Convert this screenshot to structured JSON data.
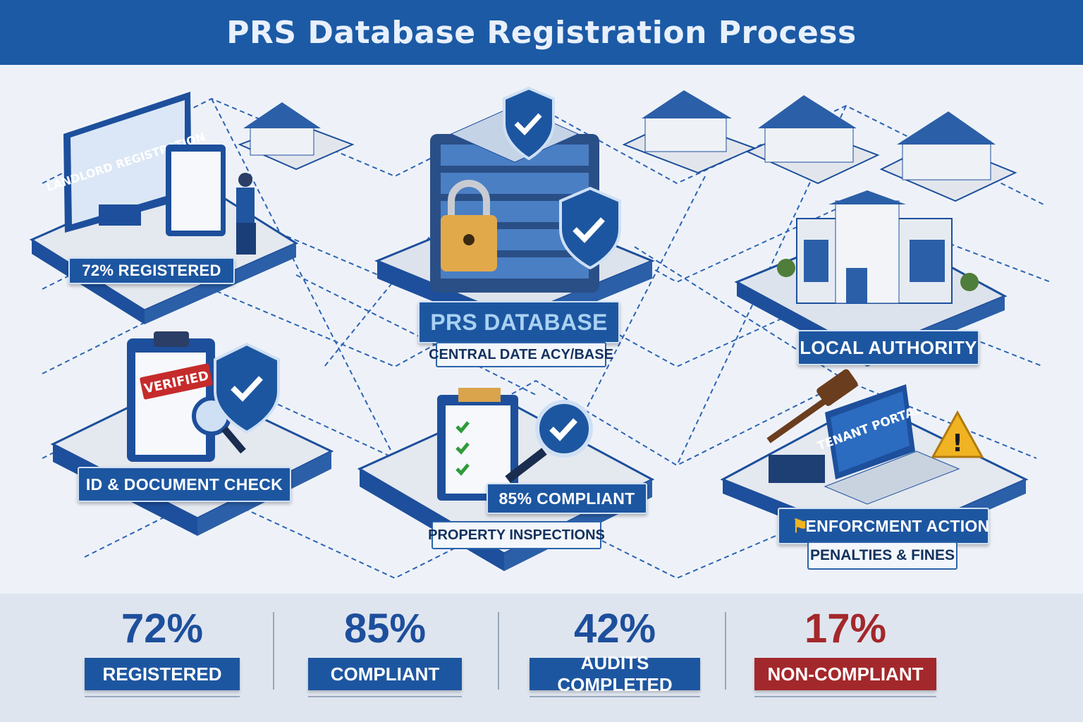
{
  "title": "PRS Database Registration Process",
  "nodes": {
    "landlord": {
      "screen_text": "LANDLORD REGISTRATION",
      "label": "72% REGISTERED"
    },
    "database": {
      "label": "PRS DATABASE",
      "sublabel": "CENTRAL DATE ACY/BASE"
    },
    "local_authority": {
      "label": "LOCAL AUTHORITY"
    },
    "id_check": {
      "stamp": "VERIFIED",
      "label": "ID & DOCUMENT CHECK"
    },
    "inspections": {
      "badge": "85% COMPLIANT",
      "label": "PROPERTY INSPECTIONS"
    },
    "enforcement": {
      "screen_text": "TENANT PORTAL",
      "label": "ENFORCMENT ACTION",
      "sublabel": "PENALTIES & FINES"
    }
  },
  "stats": [
    {
      "value": "72%",
      "label": "REGISTERED",
      "color": "#1d56a0"
    },
    {
      "value": "85%",
      "label": "COMPLIANT",
      "color": "#1d56a0"
    },
    {
      "value": "42%",
      "label": "AUDITS COMPLETED",
      "color": "#1d56a0"
    },
    {
      "value": "17%",
      "label": "NON-COMPLIANT",
      "color": "#a3282b"
    }
  ],
  "colors": {
    "primary": "#1d56a0",
    "header": "#1c5aa5",
    "alert": "#a3282b",
    "warning": "#f0b323"
  }
}
